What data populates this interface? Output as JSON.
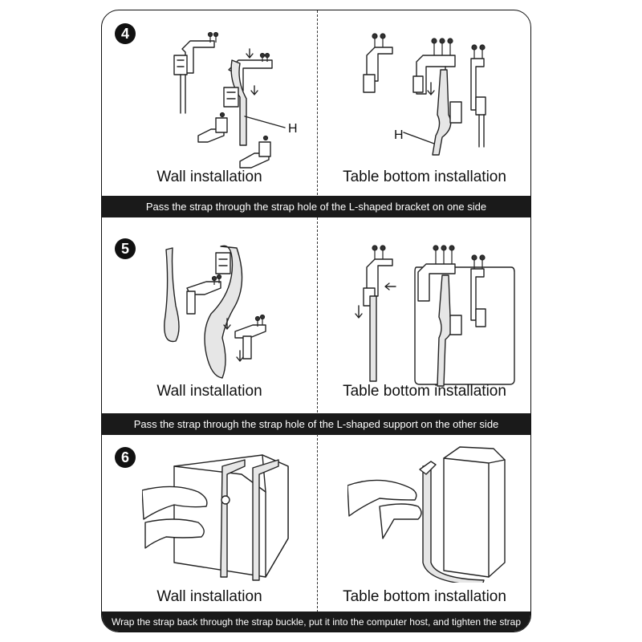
{
  "steps": [
    {
      "number": "4",
      "left_caption": "Wall installation",
      "right_caption": "Table bottom installation",
      "banner": "Pass the strap through the strap hole of the L-shaped bracket on one side",
      "left_label": "H",
      "right_label": "H"
    },
    {
      "number": "5",
      "left_caption": "Wall installation",
      "right_caption": "Table bottom installation",
      "banner": "Pass the strap through the strap hole of the L-shaped support on the other side"
    },
    {
      "number": "6",
      "left_caption": "Wall installation",
      "right_caption": "Table bottom installation",
      "banner": "Wrap the strap back through the strap buckle, put it into the computer host, and tighten the strap"
    }
  ]
}
